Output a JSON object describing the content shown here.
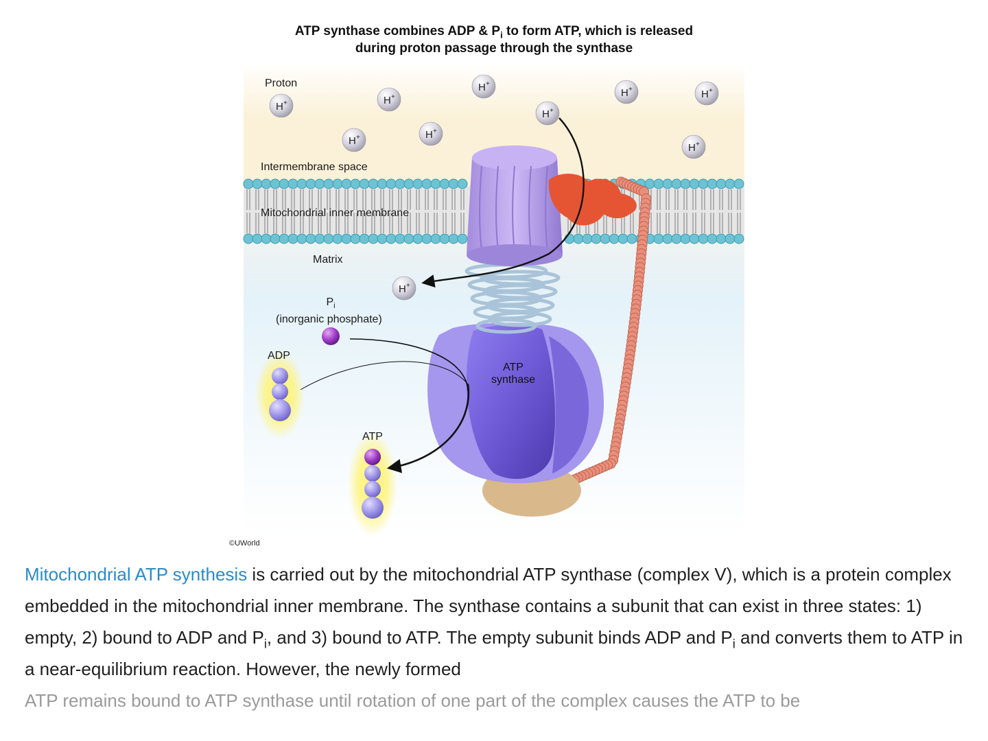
{
  "figure": {
    "title_part1": "ATP synthase combines ADP & P",
    "title_sub": "i",
    "title_part2": " to form ATP, which is released",
    "title_line2": "during proton passage through the synthase",
    "labels": {
      "proton": "Proton",
      "intermembrane_space": "Intermembrane space",
      "inner_membrane": "Mitochondrial inner membrane",
      "matrix": "Matrix",
      "pi_symbol": "P",
      "pi_sub": "i",
      "pi_name": "(inorganic phosphate)",
      "adp": "ADP",
      "atp": "ATP",
      "synthase_line1": "ATP",
      "synthase_line2": "synthase"
    },
    "ion_label": "H",
    "ion_charge": "+",
    "copyright": "©UWorld",
    "colors": {
      "intermembrane_bg": "#fbf1d8",
      "matrix_bg": "#e4f2f9",
      "lipid_head": "#6cc3d3",
      "c_ring": "#b9a2e6",
      "f1_head": "#6f5ad6",
      "stator": "#e55533",
      "stalk": "#e8907d",
      "base": "#d9b98c",
      "adp_bead": "#9b92e8",
      "atp_phosphate": "#9b39c4",
      "glow": "#fff36a",
      "ion": "#c9c7d4"
    }
  },
  "explanation": {
    "link_text": "Mitochondrial ATP synthesis",
    "seg1": " is carried out by the mitochondrial ATP synthase (complex V), which is a protein complex embedded in the mitochondrial inner membrane.  The synthase contains a subunit that can exist in three states:  1) empty, 2) bound to ADP and P",
    "seg1_sub": "i",
    "seg2": ", and 3) bound to ATP.  The empty subunit binds ADP and P",
    "seg2_sub": "i",
    "seg3": " and converts them to ATP in a near-equilibrium reaction.  However, the newly formed ",
    "faded_text": "ATP remains bound to ATP synthase until rotation of one part of the complex causes the ATP to be"
  }
}
